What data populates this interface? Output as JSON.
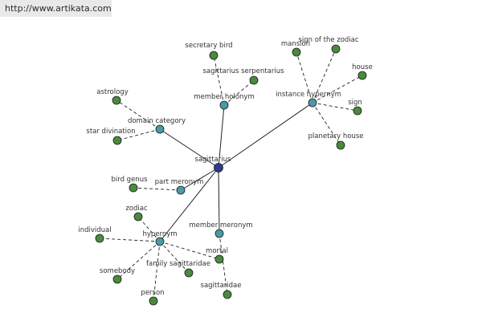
{
  "site": {
    "url": "http://www.artikata.com"
  },
  "colors": {
    "center": "#2e3a8c",
    "relation": "#4a9aa6",
    "leaf": "#4a8a3c",
    "edge": "#222222",
    "link": "#333333"
  },
  "graph": {
    "center": {
      "id": "sagittarius",
      "label": "sagittarius"
    },
    "relations": [
      {
        "id": "member_holonym",
        "label": "member holonym",
        "leaves": [
          {
            "id": "secretary_bird",
            "label": "secretary bird"
          },
          {
            "id": "sagittarius_serpentarius",
            "label": "sagittarius serpentarius"
          }
        ]
      },
      {
        "id": "instance_hypernym",
        "label": "instance hypernym",
        "leaves": [
          {
            "id": "mansion",
            "label": "mansion"
          },
          {
            "id": "sign_of_the_zodiac",
            "label": "sign of the zodiac"
          },
          {
            "id": "house",
            "label": "house"
          },
          {
            "id": "sign",
            "label": "sign"
          },
          {
            "id": "planetary_house",
            "label": "planetary house"
          }
        ]
      },
      {
        "id": "domain_category",
        "label": "domain category",
        "leaves": [
          {
            "id": "astrology",
            "label": "astrology"
          },
          {
            "id": "star_divination",
            "label": "star divination"
          }
        ]
      },
      {
        "id": "part_meronym",
        "label": "part meronym",
        "leaves": [
          {
            "id": "bird_genus",
            "label": "bird genus"
          }
        ]
      },
      {
        "id": "hypernym",
        "label": "hypernym",
        "leaves": [
          {
            "id": "zodiac",
            "label": "zodiac"
          },
          {
            "id": "individual",
            "label": "individual"
          },
          {
            "id": "mortal",
            "label": "mortal"
          },
          {
            "id": "family_sagittaridae",
            "label": "family sagittaridae"
          },
          {
            "id": "somebody",
            "label": "somebody"
          },
          {
            "id": "person",
            "label": "person"
          }
        ]
      },
      {
        "id": "member_meronym",
        "label": "member meronym",
        "leaves": [
          {
            "id": "sagittaridae",
            "label": "sagittaridae"
          }
        ]
      }
    ]
  }
}
